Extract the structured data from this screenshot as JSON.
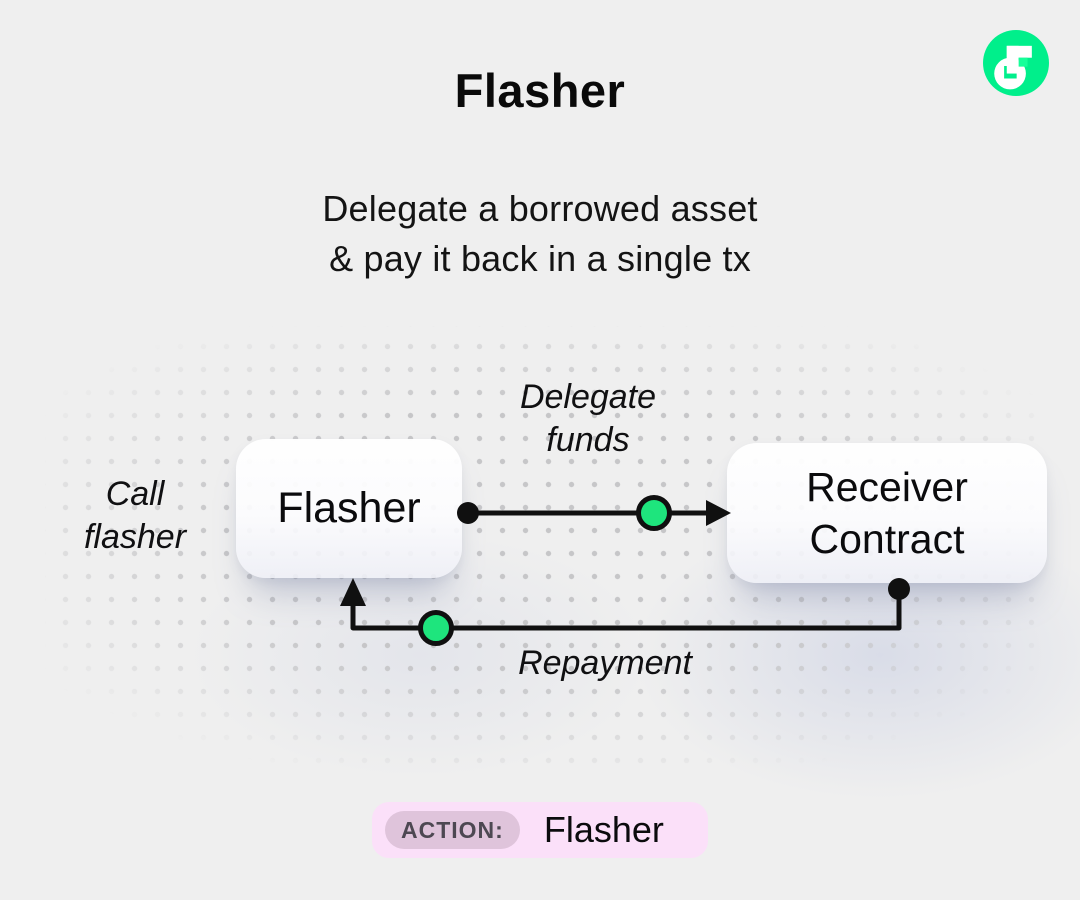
{
  "header": {
    "title": "Flasher",
    "logo_icon": "flow-logo"
  },
  "subtitle": {
    "line1": "Delegate a borrowed asset",
    "line2": "& pay it back in a single tx"
  },
  "diagram": {
    "nodes": {
      "flasher": {
        "label": "Flasher"
      },
      "receiver": {
        "line1": "Receiver",
        "line2": "Contract"
      }
    },
    "edges": {
      "call": {
        "line1": "Call",
        "line2": "flasher"
      },
      "delegate": {
        "line1": "Delegate",
        "line2": "funds"
      },
      "repayment": {
        "label": "Repayment"
      }
    }
  },
  "footer": {
    "action_label": "ACTION:",
    "action_value": "Flasher"
  },
  "colors": {
    "background": "#EFEFEF",
    "dot_grid": "#C6C6C8",
    "line_black": "#101010",
    "token_green": "#1EE57D",
    "logo_green": "#00EF8B",
    "node_fill": "#FFFFFF",
    "badge_bg": "#FBE0F9",
    "badge_label_bg": "#DFC4DB",
    "badge_label_text": "#4D4852"
  }
}
